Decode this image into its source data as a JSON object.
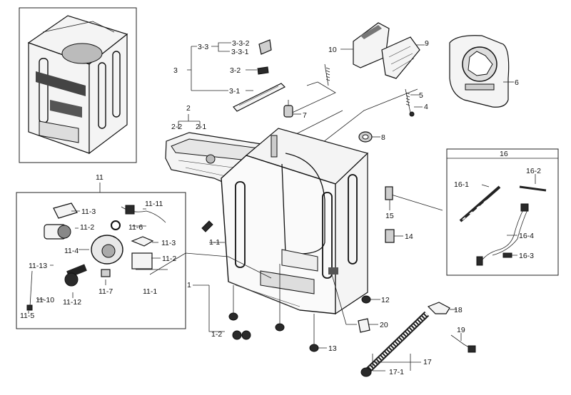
{
  "labels": {
    "l_3_3_2": "3-3-2",
    "l_3_3": "3-3",
    "l_3_3_1": "3-3-1",
    "l_3": "3",
    "l_3_2": "3-2",
    "l_3_1": "3-1",
    "l_10": "10",
    "l_9": "9",
    "l_6": "6",
    "l_5": "5",
    "l_4": "4",
    "l_7": "7",
    "l_2": "2",
    "l_2_2": "2-2",
    "l_2_1": "2-1",
    "l_8": "8",
    "l_11": "11",
    "l_11_3a": "11-3",
    "l_11_11": "11-11",
    "l_11_2a": "11-2",
    "l_11_6": "11-6",
    "l_11_3b": "11-3",
    "l_11_4": "11-4",
    "l_11_2b": "11-2",
    "l_11_13": "11-13",
    "l_11_1": "11-1",
    "l_11_7": "11-7",
    "l_11_10": "11-10",
    "l_11_12": "11-12",
    "l_11_5": "11-5",
    "l_1_1": "1-1",
    "l_1": "1",
    "l_1_2": "1-2",
    "l_15": "15",
    "l_14": "14",
    "l_12": "12",
    "l_18": "18",
    "l_20": "20",
    "l_13": "13",
    "l_19": "19",
    "l_17": "17",
    "l_17_1": "17-1",
    "l_16": "16",
    "l_16_2": "16-2",
    "l_16_1": "16-1",
    "l_16_4": "16-4",
    "l_16_3": "16-3"
  }
}
